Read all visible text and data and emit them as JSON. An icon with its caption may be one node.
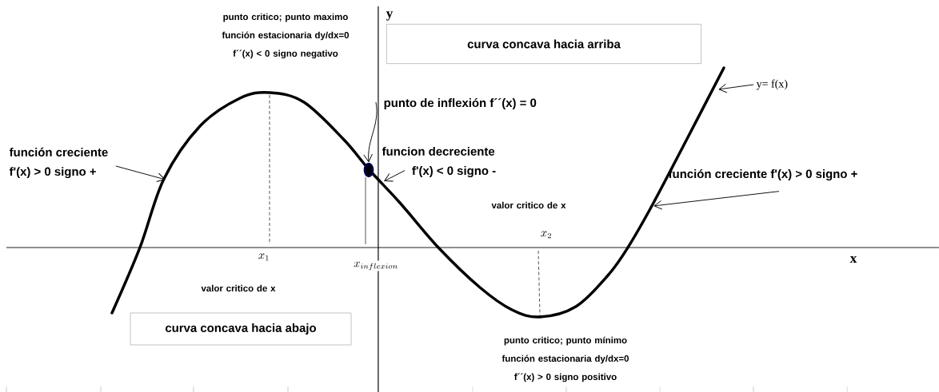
{
  "diagram": {
    "nodes": [
      {
        "text": [
          "curva concava hacia arriba"
        ]
      },
      {
        "text": [
          "y= f(x)"
        ]
      },
      {
        "text": [
          "punto de inflexión f´´(x) = 0"
        ]
      },
      {
        "text": [
          "función creciente",
          "f'(x) > 0 signo +"
        ]
      },
      {
        "text": [
          "funcion decreciente",
          "f'(x) < 0 signo -"
        ]
      },
      {
        "text": [],
        "shape": "circle"
      },
      {
        "text": [
          "función creciente f'(x) > 0 signo +"
        ]
      },
      {
        "text": [
          "curva concava hacia abajo"
        ]
      }
    ],
    "edges": [
      {
        "from": 1,
        "to": null,
        "arrow": "to"
      },
      {
        "from": 2,
        "to": 5,
        "arrow": "to"
      },
      {
        "from": 3,
        "to": null,
        "arrow": "to"
      },
      {
        "from": 4,
        "to": null,
        "arrow": "to"
      },
      {
        "from": 6,
        "to": null,
        "arrow": "to"
      }
    ],
    "labels": [
      "punto critico; punto maximo función estacionaria dy/dx=0 f´´(x) < 0 signo negativo",
      "y",
      "valor critico de x",
      "x_{2}",
      "x_{1}",
      "x",
      "x_{inflexion}",
      "valor critico de x",
      "punto critico; punto mínimo función estacionaria dy/dx=0 f´´(x) > 0 signo positivo"
    ]
  }
}
